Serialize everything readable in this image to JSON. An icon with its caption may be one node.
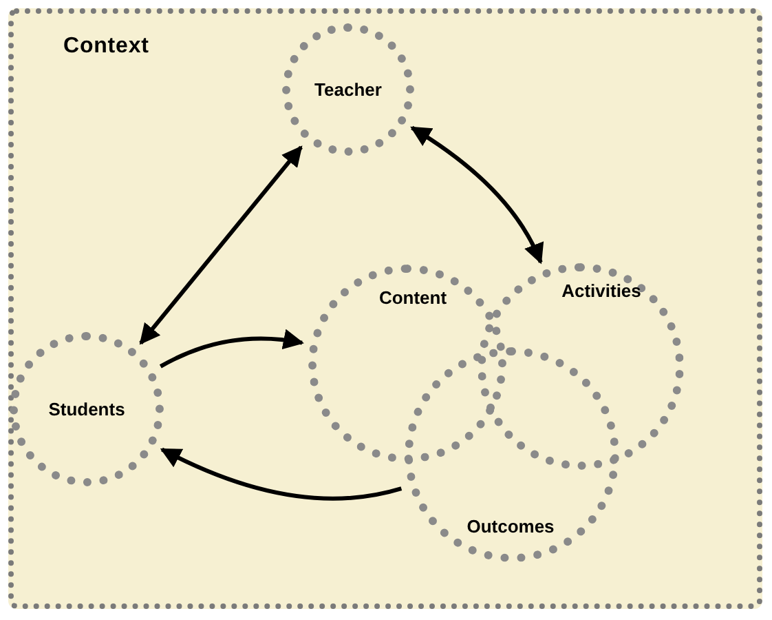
{
  "diagram": {
    "nodes": [
      {
        "text": [
          "Context"
        ]
      },
      {
        "text": [
          "Teacher"
        ],
        "in": 0
      },
      {
        "text": [
          "Students"
        ],
        "in": 0
      },
      {
        "text": [
          "Content"
        ],
        "in": 0
      },
      {
        "text": [
          "Activities"
        ],
        "in": 0
      },
      {
        "text": [
          "Outcomes"
        ],
        "in": 0
      }
    ],
    "edges": [
      {
        "from": 1,
        "to": 2,
        "arrow": "both"
      },
      {
        "from": 1,
        "to": 4,
        "arrow": "both"
      },
      {
        "from": 2,
        "to": 3,
        "arrow": "to"
      },
      {
        "from": 5,
        "to": 2,
        "arrow": "to"
      }
    ]
  }
}
